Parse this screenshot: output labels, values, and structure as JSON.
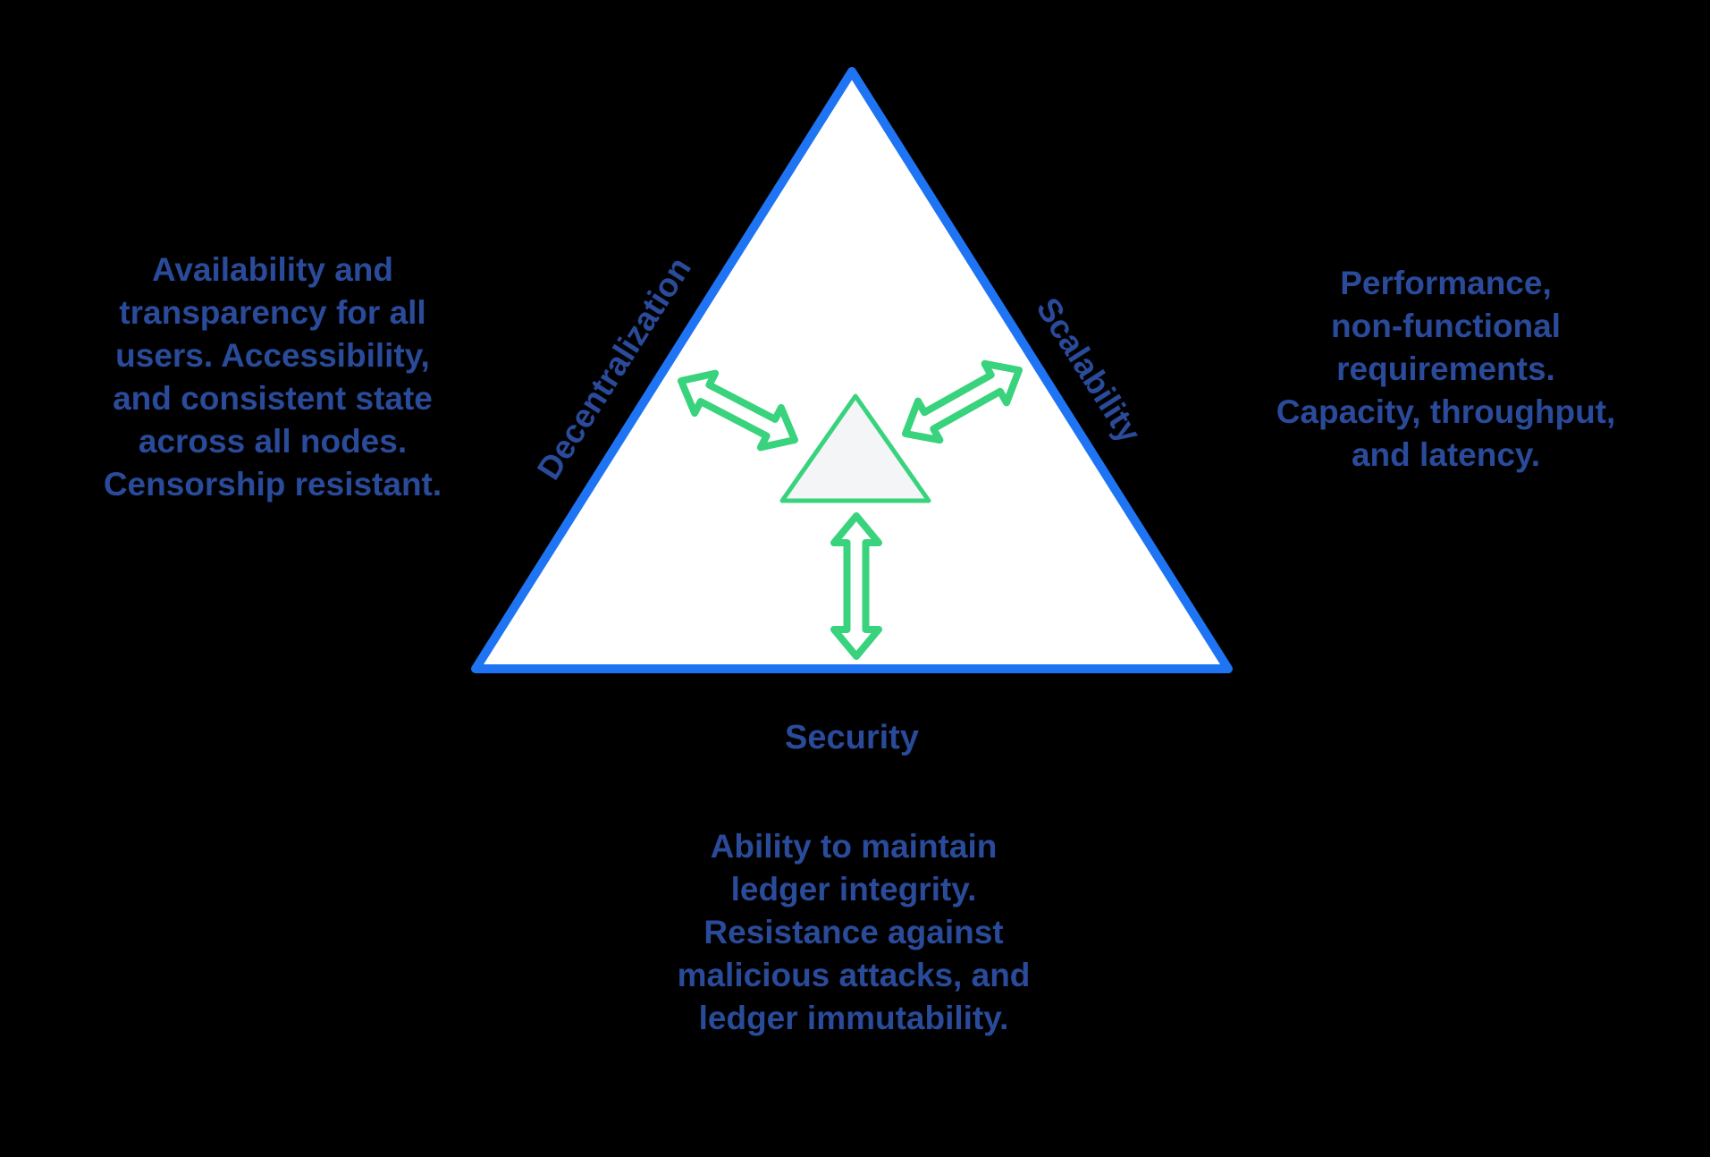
{
  "diagram": {
    "vertex_labels": {
      "decentralization": "Decentralization",
      "scalability": "Scalability",
      "security": "Security"
    },
    "descriptions": {
      "decentralization": "Availability and\ntransparency for all\nusers. Accessibility,\nand consistent state\nacross all nodes.\nCensorship resistant.",
      "scalability": "Performance,\nnon-functional\nrequirements.\nCapacity, throughput,\nand latency.",
      "security": "Ability to maintain\nledger integrity.\nResistance against\nmalicious attacks, and\nledger immutability."
    },
    "colors": {
      "background": "#000000",
      "triangle_fill": "#ffffff",
      "triangle_border": "#1e74f2",
      "label_text": "#2a4a9a",
      "arrow_green": "#38d37c",
      "inner_triangle_fill": "#f4f5f6"
    }
  }
}
